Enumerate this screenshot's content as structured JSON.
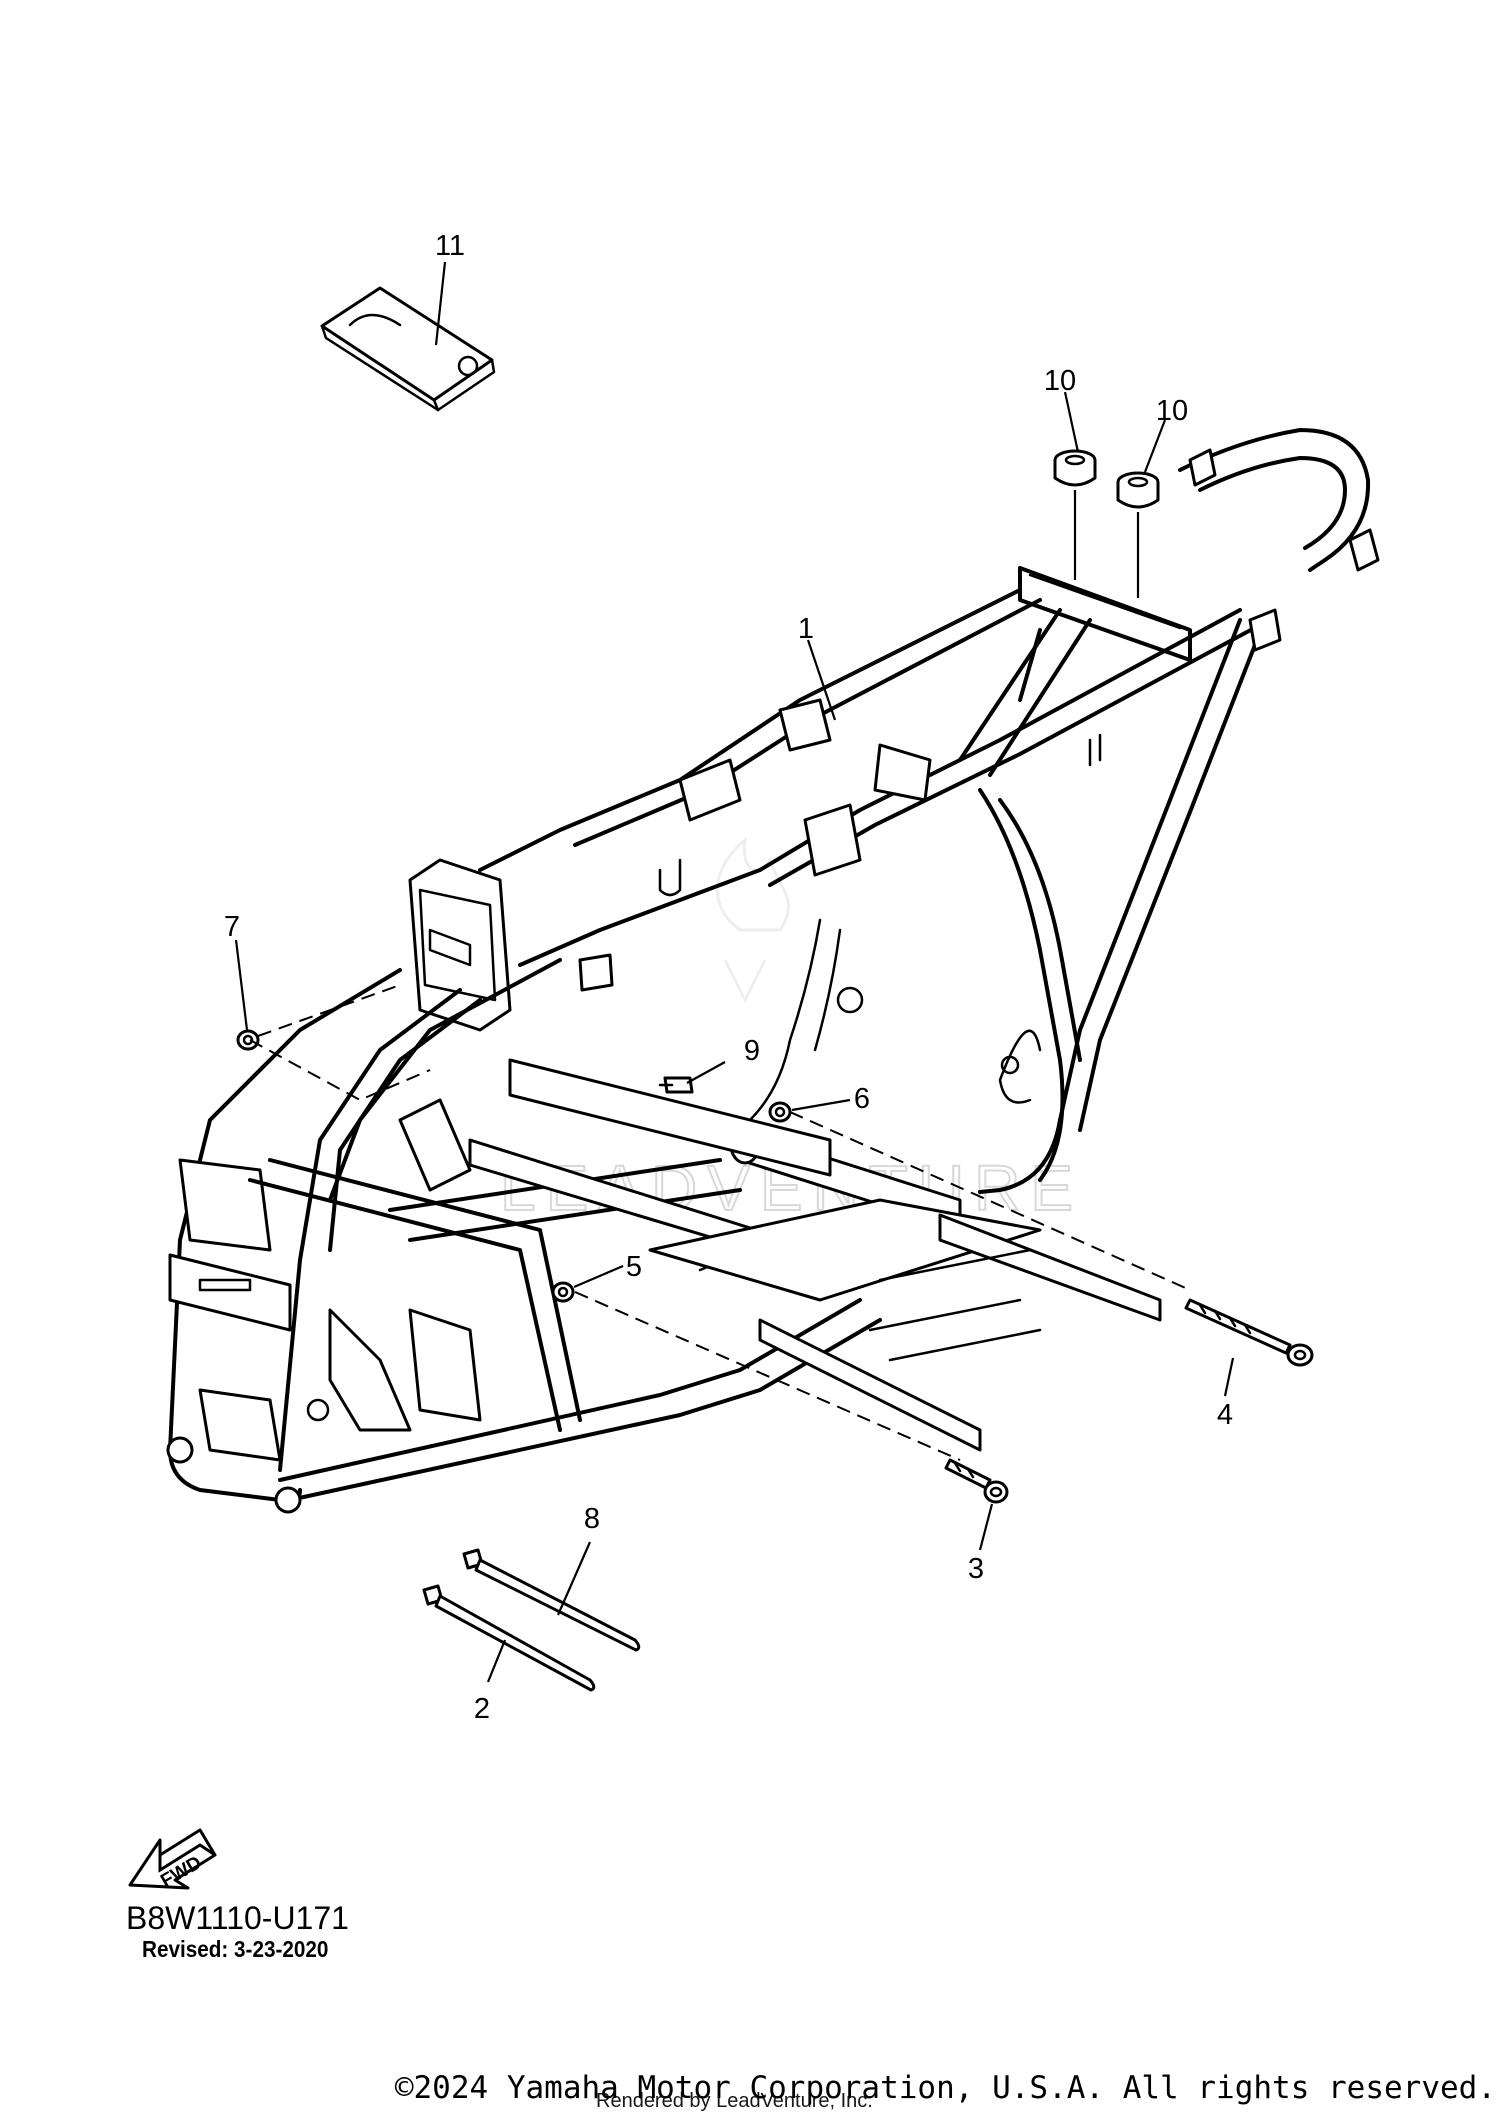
{
  "callouts": {
    "c1": "1",
    "c2": "2",
    "c3": "3",
    "c4": "4",
    "c5": "5",
    "c6": "6",
    "c7": "7",
    "c8": "8",
    "c9": "9",
    "c10a": "10",
    "c10b": "10",
    "c11": "11"
  },
  "watermark": "LEADVENTURE",
  "fwd_label": "FWD",
  "part_code": "B8W1110-U171",
  "revised": "Revised: 3-23-2020",
  "copyright": "©2024 Yamaha Motor Corporation, U.S.A. All rights reserved.",
  "rendered_by": "Rendered by LeadVenture, Inc.",
  "icons": [
    "fwd-arrow-icon",
    "leadventure-flame-icon"
  ]
}
